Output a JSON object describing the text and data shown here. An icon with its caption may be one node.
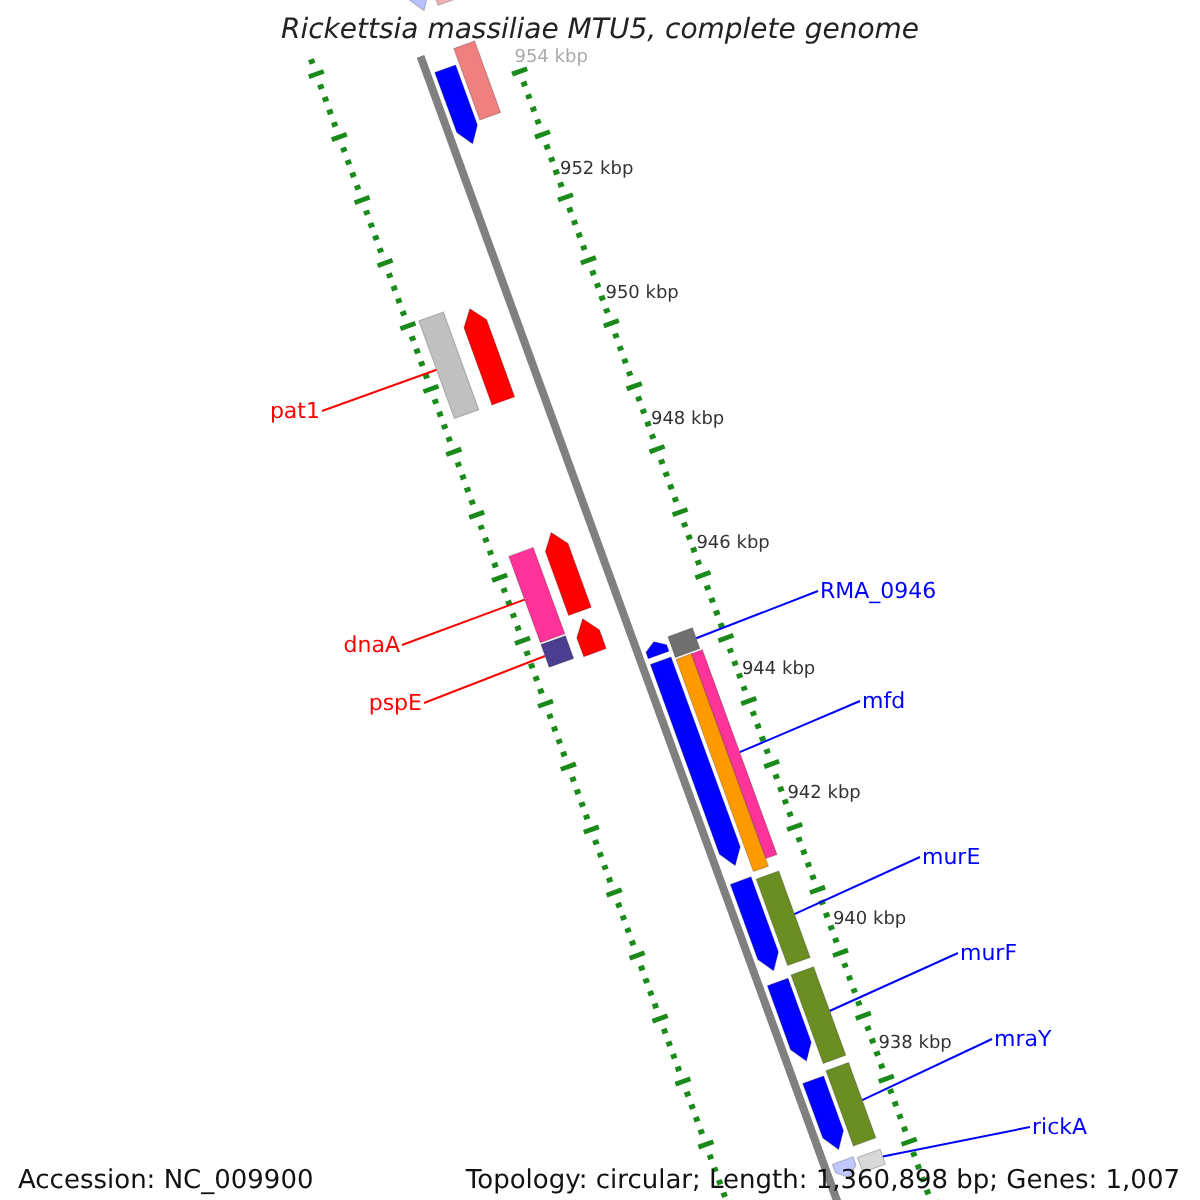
{
  "diagram": {
    "title": "Rickettsia massiliae MTU5, complete genome",
    "nodes": [
      {
        "text": [
          "pat1"
        ]
      },
      {
        "text": [],
        "shape": "bar"
      },
      {
        "text": [
          "dnaA"
        ]
      },
      {
        "text": [],
        "shape": "bar"
      },
      {
        "text": [
          "pspE"
        ]
      },
      {
        "text": [],
        "shape": "bar"
      },
      {
        "text": [
          "RMA_0946"
        ]
      },
      {
        "text": [],
        "shape": "bar"
      },
      {
        "text": [
          "mfd"
        ]
      },
      {
        "text": [],
        "shape": "bar"
      },
      {
        "text": [
          "murE"
        ]
      },
      {
        "text": [],
        "shape": "bar"
      },
      {
        "text": [
          "murF"
        ]
      },
      {
        "text": [],
        "shape": "bar"
      },
      {
        "text": [
          "mraY"
        ]
      },
      {
        "text": [],
        "shape": "bar"
      },
      {
        "text": [
          "rickA"
        ]
      },
      {
        "text": [],
        "shape": "bar"
      },
      {
        "text": [],
        "shape": "pentagon"
      },
      {
        "text": [],
        "shape": "bar"
      },
      {
        "text": [],
        "shape": "pentagon"
      },
      {
        "text": [],
        "shape": "bar"
      },
      {
        "text": [],
        "shape": "pentagon"
      },
      {
        "text": [],
        "shape": "pentagon"
      },
      {
        "text": [],
        "shape": "pentagon"
      },
      {
        "text": [],
        "shape": "pentagon"
      },
      {
        "text": [],
        "shape": "pentagon"
      },
      {
        "text": [],
        "shape": "bar"
      },
      {
        "text": [],
        "shape": "pentagon"
      },
      {
        "text": [],
        "shape": "pentagon"
      },
      {
        "text": [],
        "shape": "pentagon"
      },
      {
        "text": [],
        "shape": "pentagon"
      }
    ],
    "edges": [
      {
        "from": 0,
        "to": 1,
        "arrow": "none",
        "color": "#ff0000"
      },
      {
        "from": 2,
        "to": 3,
        "arrow": "none",
        "color": "#ff0000"
      },
      {
        "from": 4,
        "to": 5,
        "arrow": "none",
        "color": "#ff0000"
      },
      {
        "from": 6,
        "to": 7,
        "arrow": "none"
      },
      {
        "from": 8,
        "to": 9,
        "arrow": "none"
      },
      {
        "from": 10,
        "to": 11,
        "arrow": "none"
      },
      {
        "from": 12,
        "to": 13,
        "arrow": "none"
      },
      {
        "from": 14,
        "to": 15,
        "arrow": "none"
      },
      {
        "from": 16,
        "to": 17,
        "arrow": "none"
      }
    ],
    "labels": [
      "954 kbp",
      "952 kbp",
      "950 kbp",
      "948 kbp",
      "946 kbp",
      "944 kbp",
      "942 kbp",
      "940 kbp",
      "938 kbp",
      "Accession: NC_009900",
      "Topology: circular; Length: 1,360,898 bp; Genes: 1,007"
    ]
  }
}
